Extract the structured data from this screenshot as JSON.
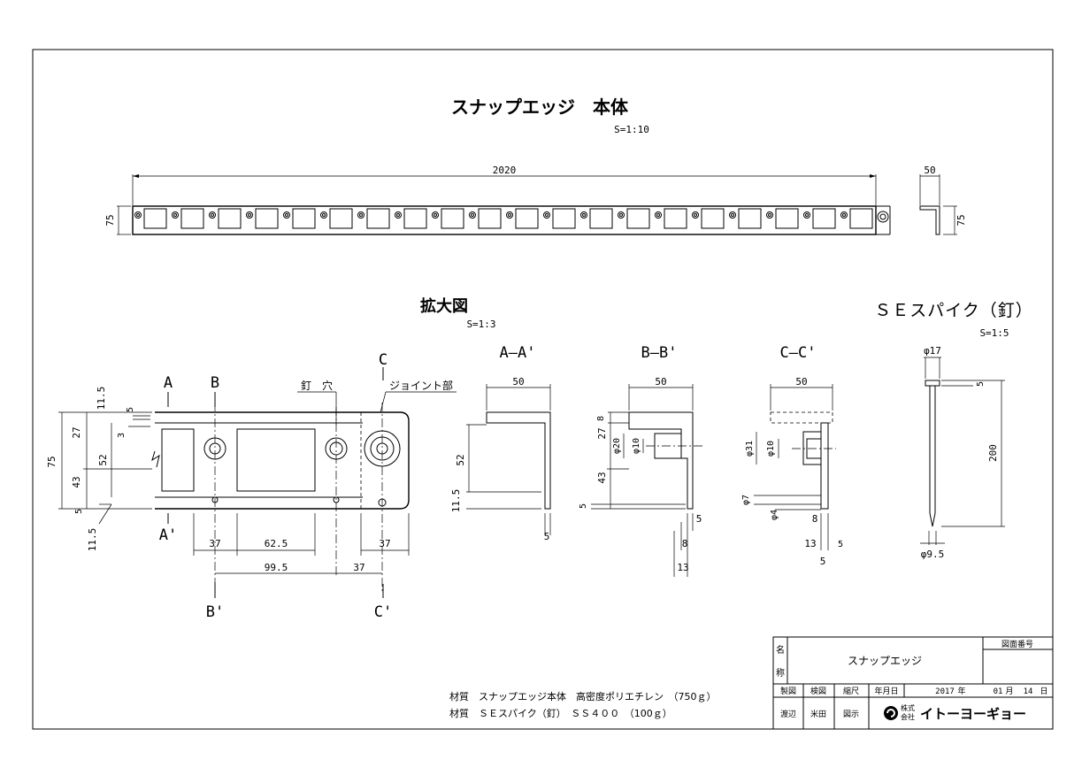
{
  "title": {
    "main": "スナップエッジ　本体",
    "scale": "S=1:10"
  },
  "top_view": {
    "length": "2020",
    "height": "75",
    "panel_count": 20
  },
  "side_view": {
    "width": "50",
    "height": "75"
  },
  "detail": {
    "title": "拡大図",
    "scale": "S=1:3",
    "sec_a": "A",
    "sec_a2": "A'",
    "sec_b": "B",
    "sec_b2": "B'",
    "sec_c": "C",
    "sec_c2": "C'",
    "nail_hole": "釘　穴",
    "joint": "ジョイント部",
    "d_11_5a": "11.5",
    "d_5a": "5",
    "d_27": "27",
    "d_3": "3",
    "d_75": "75",
    "d_52": "52",
    "d_43": "43",
    "d_5b": "5",
    "d_11_5b": "11.5",
    "d_37a": "37",
    "d_62_5": "62.5",
    "d_37b": "37",
    "d_99_5": "99.5",
    "d_37c": "37"
  },
  "section_aa": {
    "title": "A–A'",
    "w": "50",
    "d52": "52",
    "d11_5": "11.5",
    "d5": "5"
  },
  "section_bb": {
    "title": "B–B'",
    "w": "50",
    "d8": "8",
    "d27": "27",
    "d20": "φ20",
    "d10": "φ10",
    "d43": "43",
    "d5a": "5",
    "d5b": "5",
    "d8b": "8",
    "d13": "13"
  },
  "section_cc": {
    "title": "C–C'",
    "w": "50",
    "d31": "φ31",
    "d10": "φ10",
    "d7": "φ7",
    "d4": "φ4",
    "d8": "8",
    "d13": "13",
    "d5": "5",
    "d5s": "5"
  },
  "spike": {
    "title": "ＳＥスパイク（釘）",
    "scale": "S=1:5",
    "d17": "φ17",
    "d5": "5",
    "d200": "200",
    "d9_5": "φ9.5"
  },
  "materials": {
    "line1": "材質　スナップエッジ本体　高密度ポリエチレン　（750ｇ）",
    "line2": "材質　ＳＥスパイク（釘）　ＳＳ４００　（100ｇ）"
  },
  "title_block": {
    "name_label_1": "名",
    "name_label_2": "称",
    "name": "スナップエッジ",
    "drawing_number_label": "図面番号",
    "drawn_label": "製図",
    "checked_label": "検図",
    "scale_label": "縮尺",
    "date_label": "年月日",
    "year": "2017",
    "year_unit": "年",
    "month": "01",
    "month_unit": "月",
    "day": "14",
    "day_unit": "日",
    "drawn_by": "渡辺",
    "checked_by": "米田",
    "scale_value": "図示",
    "company_prefix_1": "株式",
    "company_prefix_2": "会社",
    "company": "イトーヨーギョー"
  }
}
